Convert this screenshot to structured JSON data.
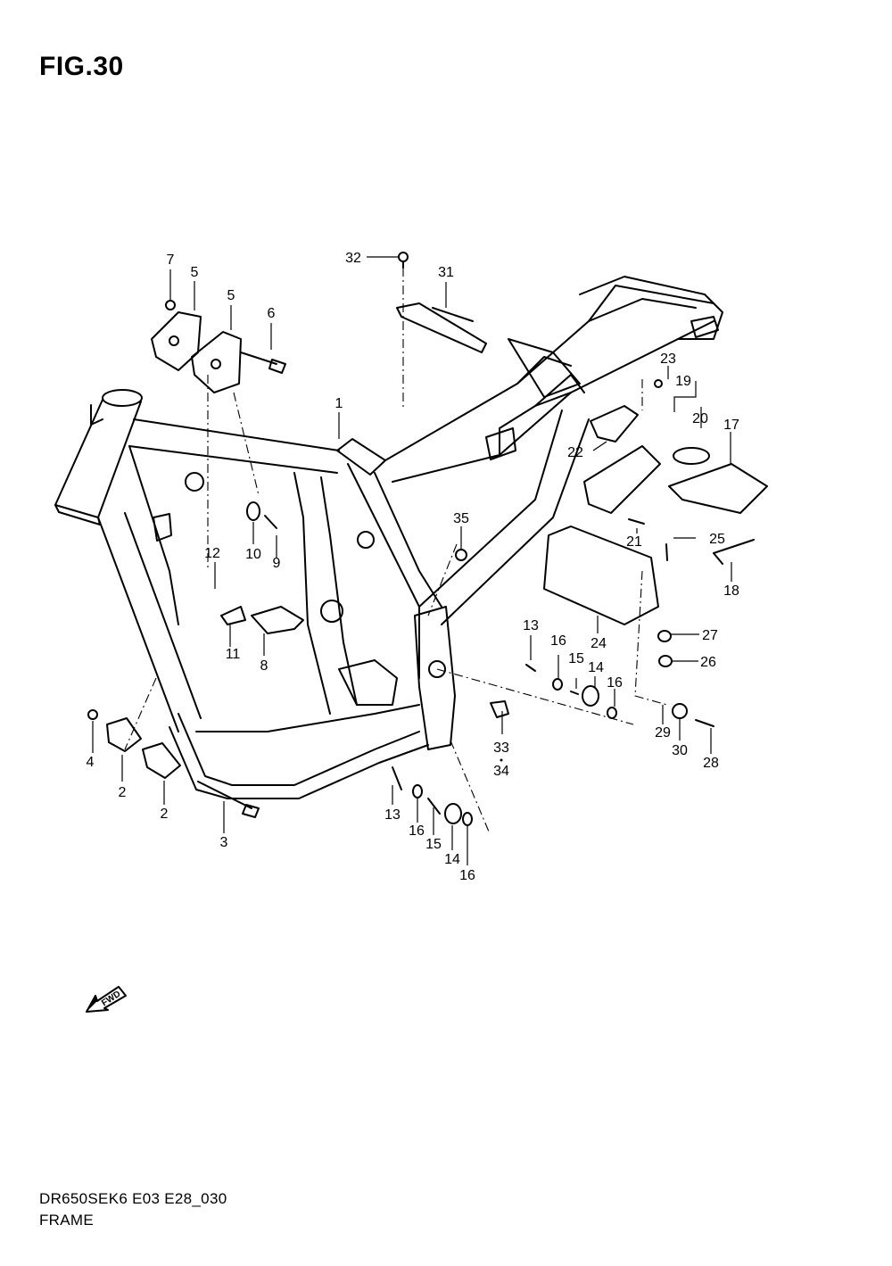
{
  "figure": {
    "title": "FIG.30"
  },
  "footer": {
    "code": "DR650SEK6 E03 E28_030",
    "name": "FRAME"
  },
  "fwd_badge": "FWD",
  "callouts": [
    "1",
    "2",
    "2",
    "3",
    "4",
    "5",
    "5",
    "6",
    "7",
    "8",
    "9",
    "10",
    "11",
    "12",
    "13",
    "13",
    "14",
    "14",
    "15",
    "15",
    "16",
    "16",
    "16",
    "16",
    "17",
    "18",
    "19",
    "20",
    "21",
    "22",
    "23",
    "24",
    "25",
    "26",
    "27",
    "28",
    "29",
    "30",
    "31",
    "32",
    "33",
    "34",
    "35"
  ]
}
